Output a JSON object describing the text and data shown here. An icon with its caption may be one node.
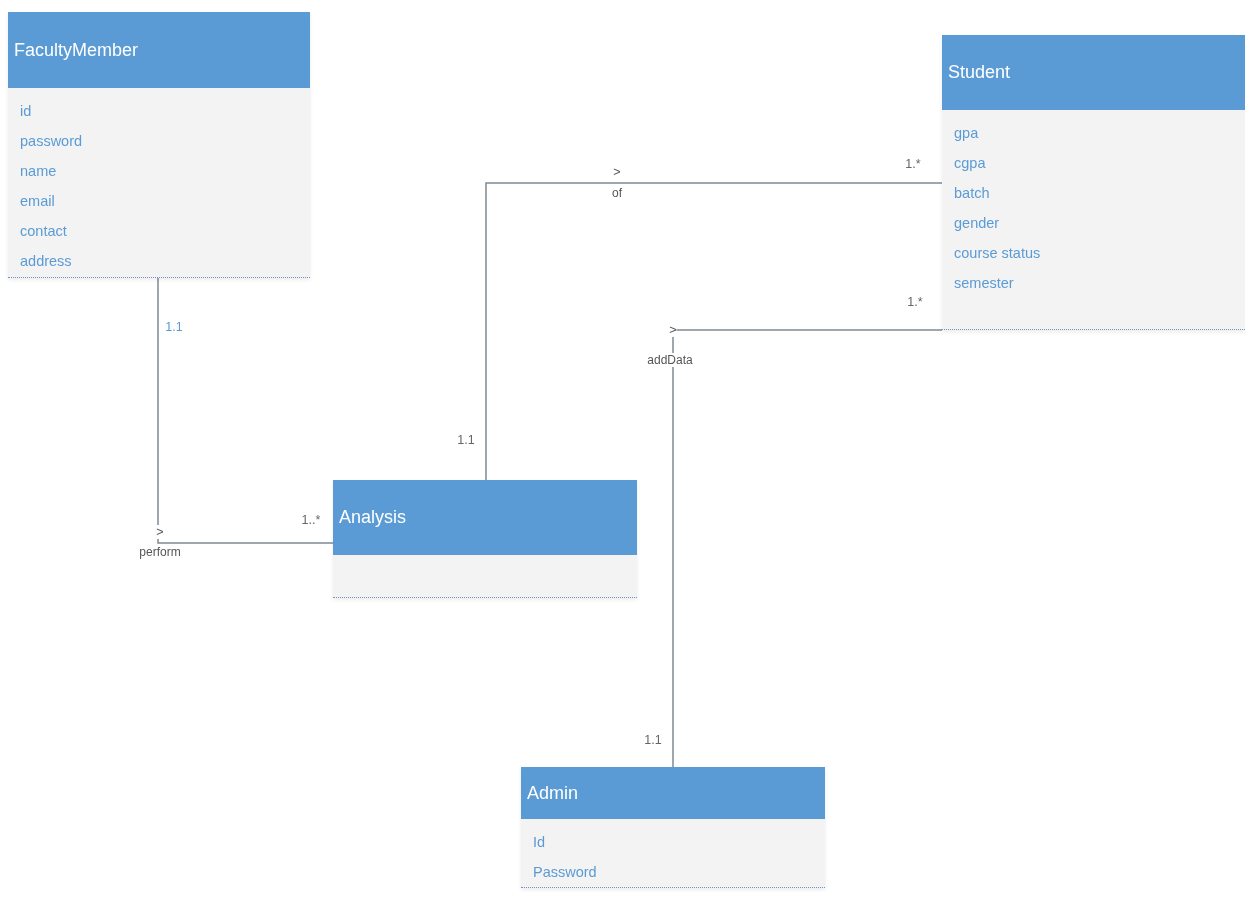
{
  "diagram": {
    "nodes": [
      {
        "text": [
          "FacultyMember",
          "id",
          "password",
          "name",
          "email",
          "contact",
          "address"
        ]
      },
      {
        "text": [
          "Student",
          "gpa",
          "cgpa",
          "batch",
          "gender",
          "course status",
          "semester"
        ]
      },
      {
        "text": [
          "Analysis"
        ]
      },
      {
        "text": [
          "Admin",
          "Id",
          "Password"
        ]
      }
    ],
    "edges": [
      {
        "from": 0,
        "to": 2,
        "arrow": "none",
        "label": "perform"
      },
      {
        "from": 2,
        "to": 1,
        "arrow": "none",
        "label": "of"
      },
      {
        "from": 3,
        "to": 1,
        "arrow": "none",
        "label": "addData"
      }
    ],
    "labels": [
      "1.1",
      "1..*",
      ">",
      "1.1",
      ">",
      "1.*",
      "1.*",
      ">",
      "1.1"
    ]
  }
}
